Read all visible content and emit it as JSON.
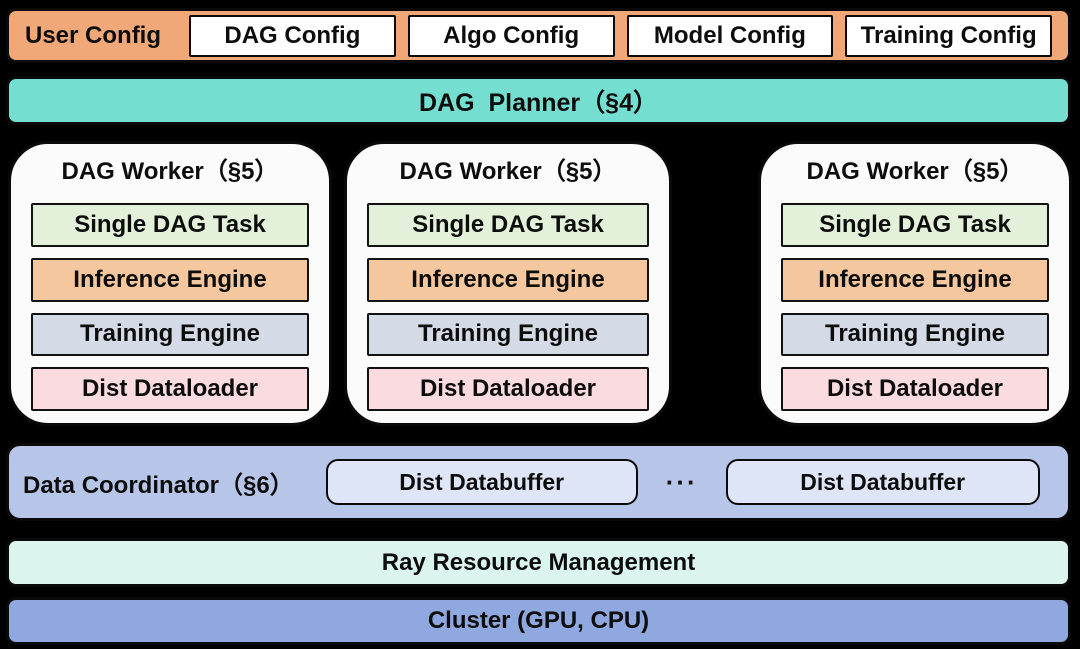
{
  "top_bar": {
    "label": "User Config",
    "boxes": [
      {
        "label": "DAG Config"
      },
      {
        "label": "Algo Config"
      },
      {
        "label": "Model Config"
      },
      {
        "label": "Training Config"
      }
    ]
  },
  "planner": {
    "label": "DAG  Planner（§4）"
  },
  "workers": {
    "title": "DAG Worker（§5）",
    "count": 3,
    "modules": [
      {
        "label": "Single DAG Task",
        "color": "#E3F1DA"
      },
      {
        "label": "Inference Engine",
        "color": "#F5C79E"
      },
      {
        "label": "Training Engine",
        "color": "#D5DBE6"
      },
      {
        "label": "Dist Dataloader",
        "color": "#FADBE0"
      }
    ]
  },
  "coordinator": {
    "label": "Data Coordinator（§6）",
    "buffer_label": "Dist Databuffer",
    "ellipsis": "···"
  },
  "ray": {
    "label": "Ray Resource Management"
  },
  "cluster": {
    "label": "Cluster (GPU, CPU)"
  },
  "colors": {
    "background": "#000000",
    "config_bar": "#F0A878",
    "config_box": "#FFFFFF",
    "planner_bar": "#74DFD0",
    "worker_box": "#FBFBFB",
    "coordinator_bar": "#B7C6E8",
    "databuffer_box": "#DDE5F6",
    "ray_bar": "#DCF4EE",
    "cluster_bar": "#8FA8DF",
    "border": "#0A0A0A",
    "text": "#0D0D0D"
  }
}
